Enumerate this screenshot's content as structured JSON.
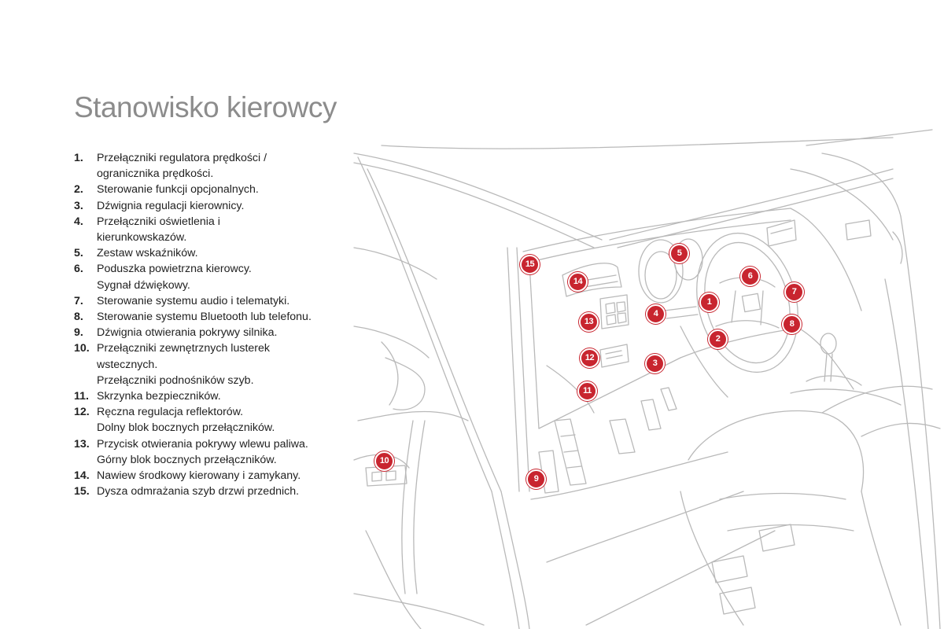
{
  "title": "Stanowisko kierowcy",
  "legend": [
    {
      "num": "1.",
      "lines": [
        "Przełączniki regulatora prędkości /",
        "ogranicznika prędkości."
      ]
    },
    {
      "num": "2.",
      "lines": [
        "Sterowanie funkcji opcjonalnych."
      ]
    },
    {
      "num": "3.",
      "lines": [
        "Dźwignia regulacji kierownicy."
      ]
    },
    {
      "num": "4.",
      "lines": [
        "Przełączniki oświetlenia i",
        "kierunkowskazów."
      ]
    },
    {
      "num": "5.",
      "lines": [
        "Zestaw wskaźników."
      ]
    },
    {
      "num": "6.",
      "lines": [
        "Poduszka powietrzna kierowcy.",
        "Sygnał dźwiękowy."
      ]
    },
    {
      "num": "7.",
      "lines": [
        "Sterowanie systemu audio i telematyki."
      ]
    },
    {
      "num": "8.",
      "lines": [
        "Sterowanie systemu Bluetooth lub telefonu."
      ]
    },
    {
      "num": "9.",
      "lines": [
        "Dźwignia otwierania pokrywy silnika."
      ]
    },
    {
      "num": "10.",
      "lines": [
        "Przełączniki zewnętrznych lusterek",
        "wstecznych.",
        "Przełączniki podnośników szyb."
      ]
    },
    {
      "num": "11.",
      "lines": [
        "Skrzynka bezpieczników."
      ]
    },
    {
      "num": "12.",
      "lines": [
        "Ręczna regulacja reflektorów.",
        "Dolny blok bocznych przełączników."
      ]
    },
    {
      "num": "13.",
      "lines": [
        "Przycisk otwierania pokrywy wlewu paliwa.",
        "Górny blok bocznych przełączników."
      ]
    },
    {
      "num": "14.",
      "lines": [
        "Nawiew środkowy kierowany i zamykany."
      ]
    },
    {
      "num": "15.",
      "lines": [
        "Dysza odmrażania szyb drzwi przednich."
      ]
    }
  ],
  "callouts": [
    "1",
    "2",
    "3",
    "4",
    "5",
    "6",
    "7",
    "8",
    "9",
    "10",
    "11",
    "12",
    "13",
    "14",
    "15"
  ],
  "colors": {
    "title": "#8c8c8c",
    "text": "#222222",
    "callout": "#c8252f",
    "line_art": "#b9b9b9"
  }
}
